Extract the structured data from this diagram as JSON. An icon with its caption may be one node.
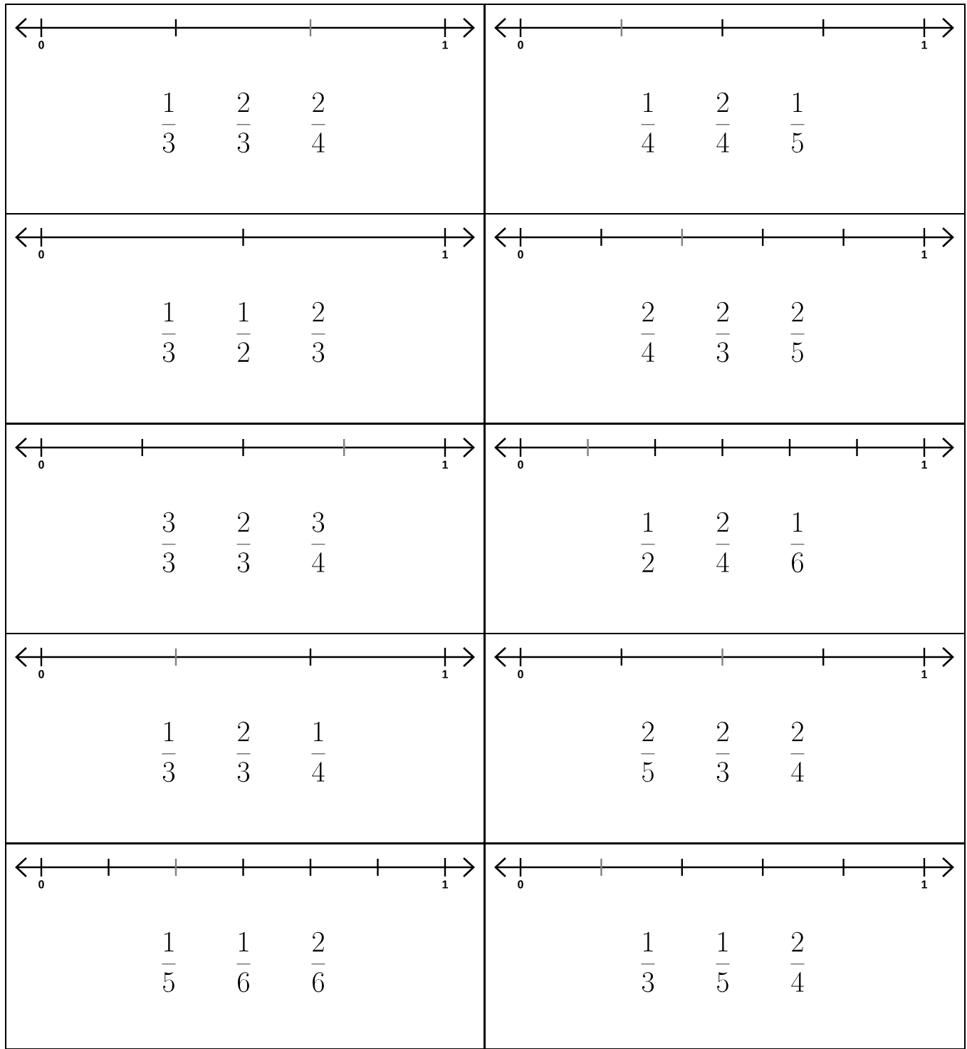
{
  "diagram": {
    "nodes": [
      {
        "text": [
          "0",
          "1",
          "\\frac{1}{3}",
          "\\frac{2}{3}",
          "\\frac{2}{4}"
        ]
      },
      {
        "text": [
          "0",
          "1",
          "\\frac{1}{4}",
          "\\frac{2}{4}",
          "\\frac{1}{5}"
        ]
      },
      {
        "text": [
          "0",
          "1",
          "\\frac{1}{3}",
          "\\frac{1}{2}",
          "\\frac{2}{3}"
        ]
      },
      {
        "text": [
          "0",
          "1",
          "\\frac{2}{4}",
          "\\frac{2}{3}",
          "\\frac{2}{5}"
        ]
      },
      {
        "text": [
          "0",
          "1",
          "\\frac{3}{3}",
          "\\frac{2}{3}",
          "\\frac{3}{4}"
        ]
      },
      {
        "text": [
          "0",
          "1",
          "\\frac{1}{2}",
          "\\frac{2}{4}",
          "\\frac{1}{6}"
        ]
      },
      {
        "text": [
          "0",
          "1",
          "\\frac{1}{3}",
          "\\frac{2}{3}",
          "\\frac{1}{4}"
        ]
      },
      {
        "text": [
          "0",
          "1",
          "\\frac{2}{5}",
          "\\frac{2}{3}",
          "\\frac{2}{4}"
        ]
      },
      {
        "text": [
          "0",
          "1",
          "\\frac{1}{5}",
          "\\frac{1}{6}",
          "\\frac{2}{6}"
        ]
      },
      {
        "text": [
          "0",
          "1",
          "\\frac{1}{3}",
          "\\frac{1}{5}",
          "\\frac{2}{4}"
        ]
      }
    ]
  }
}
